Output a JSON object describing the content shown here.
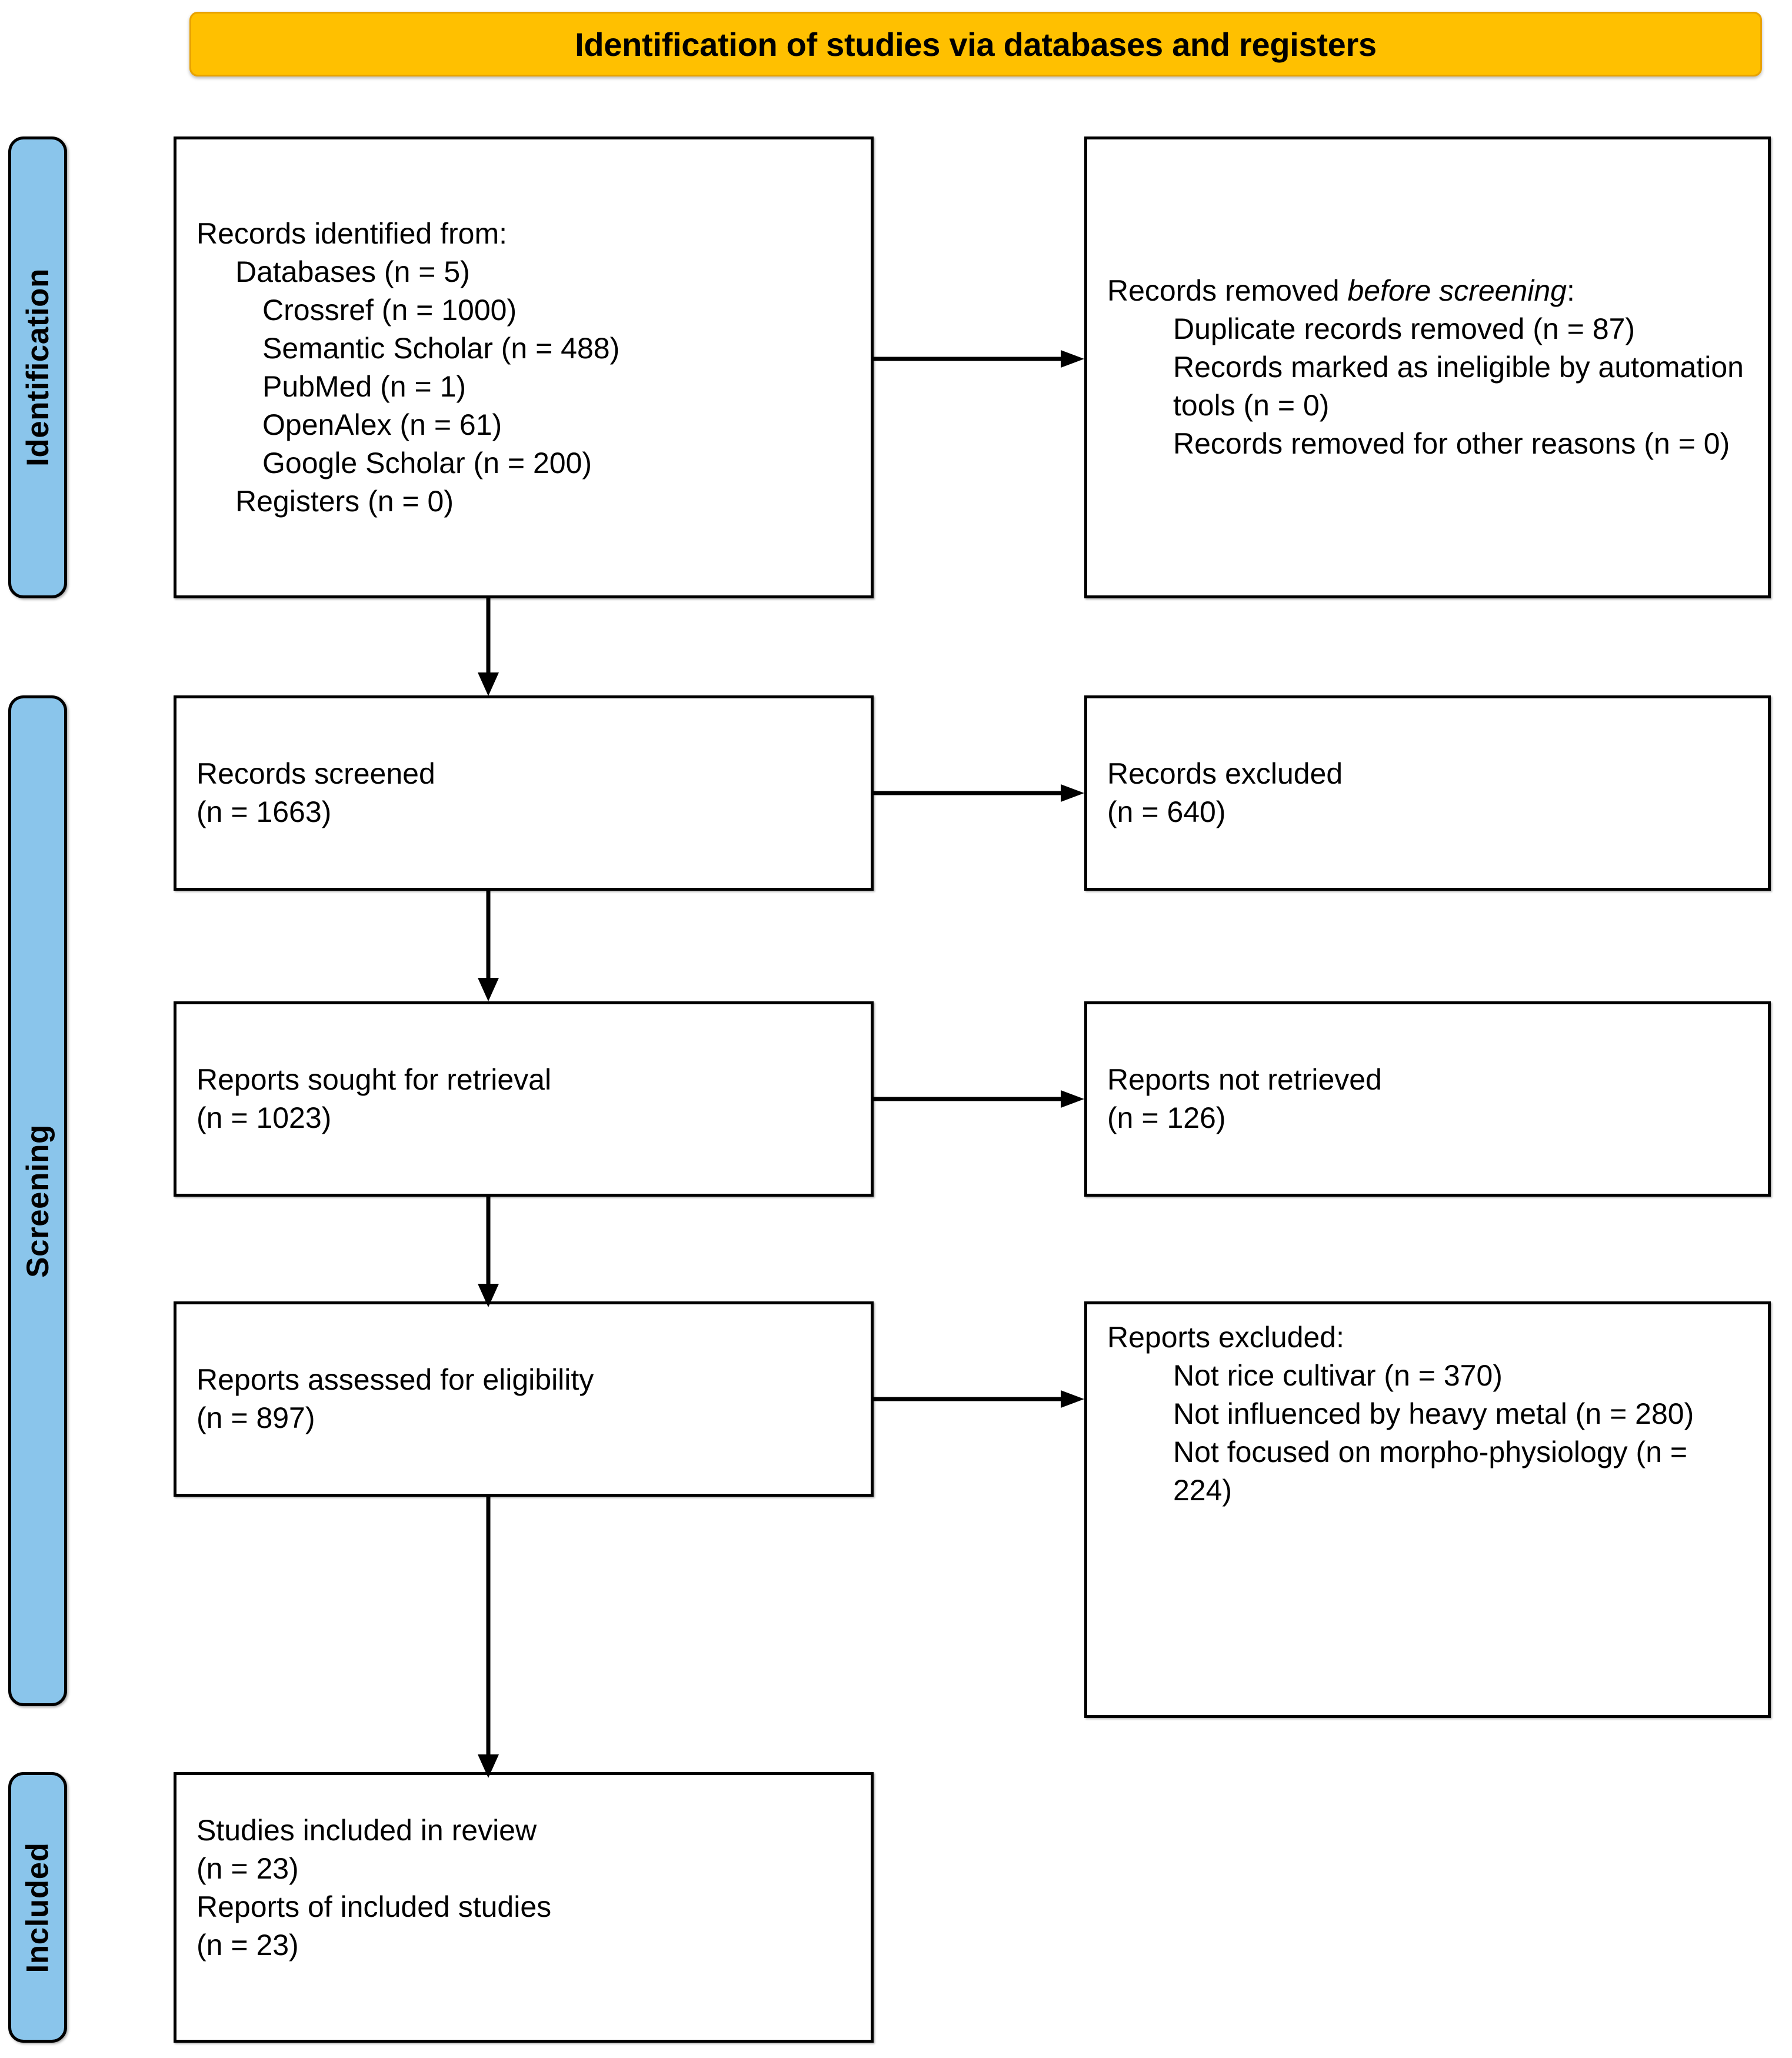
{
  "banner": {
    "title": "Identification of studies via databases and registers",
    "color": "#FFC000"
  },
  "stages": {
    "color": "#8AC5EB",
    "identification": "Identification",
    "screening": "Screening",
    "included": "Included"
  },
  "boxes": {
    "identified": {
      "heading": "Records identified from:",
      "databases_label": "Databases (n = 5)",
      "sources": [
        "Crossref (n = 1000)",
        "Semantic Scholar (n = 488)",
        "PubMed (n = 1)",
        "OpenAlex (n = 61)",
        "Google Scholar (n = 200)"
      ],
      "registers_label": "Registers (n = 0)"
    },
    "removed": {
      "heading_part1": "Records removed ",
      "heading_italic": "before screening",
      "heading_colon": ":",
      "items": [
        "Duplicate records removed (n = 87)",
        "Records marked as ineligible by automation tools (n = 0)",
        "Records removed for other reasons (n = 0)"
      ]
    },
    "screened": {
      "label": "Records screened",
      "count": "(n = 1663)"
    },
    "excluded": {
      "label": "Records excluded",
      "count": "(n = 640)"
    },
    "sought": {
      "label": "Reports sought for retrieval",
      "count": "(n = 1023)"
    },
    "not_retrieved": {
      "label": "Reports not retrieved",
      "count": "(n = 126)"
    },
    "assessed": {
      "label": "Reports assessed for eligibility",
      "count": "(n = 897)"
    },
    "reports_excluded": {
      "heading": "Reports excluded:",
      "reasons": [
        "Not rice cultivar (n = 370)",
        "Not influenced by heavy metal (n = 280)",
        "Not focused on morpho-physiology (n = 224)"
      ]
    },
    "included": {
      "studies_label": "Studies included in review",
      "studies_count": "(n = 23)",
      "reports_label": "Reports of included studies",
      "reports_count": "(n = 23)"
    }
  },
  "flow_data": {
    "type": "prisma-flow",
    "identified_total_databases": 5,
    "identified_total_registers": 0,
    "records_by_source": {
      "Crossref": 1000,
      "Semantic Scholar": 488,
      "PubMed": 1,
      "OpenAlex": 61,
      "Google Scholar": 200
    },
    "duplicates_removed": 87,
    "marked_ineligible_automation": 0,
    "removed_other_reasons": 0,
    "records_screened": 1663,
    "records_excluded": 640,
    "reports_sought": 1023,
    "reports_not_retrieved": 126,
    "reports_assessed": 897,
    "reports_excluded_reasons": {
      "Not rice cultivar": 370,
      "Not influenced by heavy metal": 280,
      "Not focused on morpho-physiology": 224
    },
    "studies_included": 23,
    "reports_of_included_studies": 23
  }
}
